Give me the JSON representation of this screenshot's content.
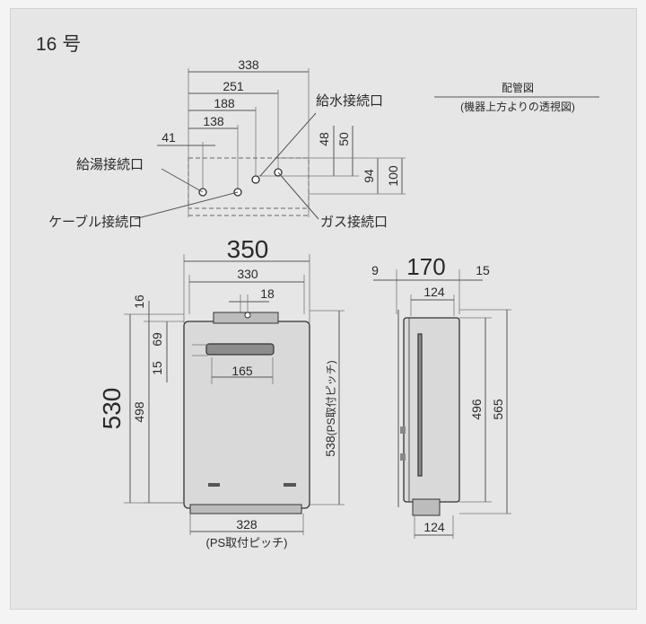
{
  "model_label": "16 号",
  "view_title": "配管図",
  "view_subtitle": "(機器上方よりの透視図)",
  "callouts": {
    "water_inlet": "給水接続口",
    "hot_water_outlet": "給湯接続口",
    "cable_port": "ケーブル接続口",
    "gas_port": "ガス接続口"
  },
  "top_dims": {
    "d338": "338",
    "d251": "251",
    "d188": "188",
    "d138": "138",
    "d41": "41",
    "d48": "48",
    "d50": "50",
    "d94": "94",
    "d100": "100"
  },
  "front_dims": {
    "width": "350",
    "inner_width": "330",
    "d18": "18",
    "d165": "165",
    "d16": "16",
    "d69": "69",
    "d15": "15",
    "height": "530",
    "inner_height": "498",
    "ps_height": "538",
    "ps_suffix": "(PS取付ピッチ)",
    "bottom_width": "328",
    "bottom_caption": "(PS取付ピッチ)"
  },
  "side_dims": {
    "depth": "170",
    "d9": "9",
    "d15": "15",
    "d124_top": "124",
    "d496": "496",
    "d565": "565",
    "d124_bottom": "124"
  },
  "colors": {
    "background": "#e6e6e6",
    "line": "#555555",
    "body_fill": "#d9d9d9"
  }
}
